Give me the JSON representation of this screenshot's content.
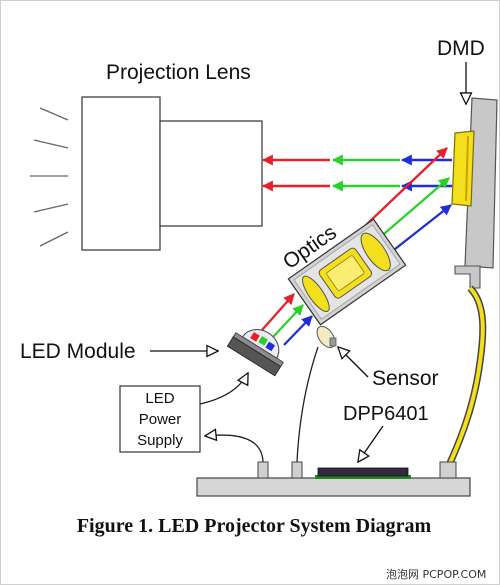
{
  "figure": {
    "caption": "Figure 1. LED Projector System Diagram",
    "watermark": "泡泡网 PCPOP.COM"
  },
  "labels": {
    "projection_lens": "Projection Lens",
    "dmd": "DMD",
    "optics": "Optics",
    "led_module": "LED Module",
    "sensor": "Sensor",
    "dpp": "DPP6401",
    "power_supply": {
      "line1": "LED",
      "line2": "Power",
      "line3": "Supply"
    }
  },
  "colors": {
    "red": "#e8202a",
    "green": "#2bd12b",
    "blue": "#1f2fd8",
    "yellow": "#f4df1c",
    "board_gray": "#d6d6d6"
  }
}
